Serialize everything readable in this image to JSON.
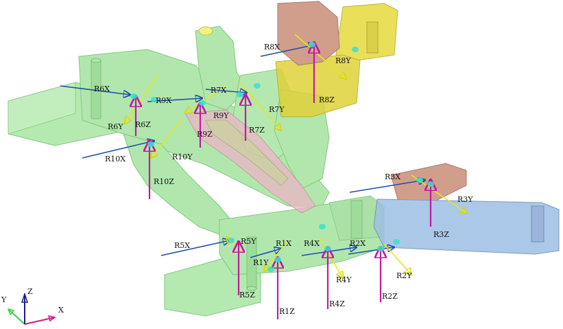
{
  "labels": {
    "R1X": "R1X",
    "R1Y": "R1Y",
    "R1Z": "R1Z",
    "R2X": "R2X",
    "R2Y": "R2Y",
    "R2Z": "R2Z",
    "R3X": "R3X",
    "R3Y": "R3Y",
    "R3Z": "R3Z",
    "R4X": "R4X",
    "R4Y": "R4Y",
    "R4Z": "R4Z",
    "R5X": "R5X",
    "R5Y": "R5Y",
    "R5Z": "R5Z",
    "R6X": "R6X",
    "R6Y": "R6Y",
    "R6Z": "R6Z",
    "R7X": "R7X",
    "R7Y": "R7Y",
    "R7Z": "R7Z",
    "R8X": "R8X",
    "R8Y": "R8Y",
    "R8Z": "R8Z",
    "R9X": "R9X",
    "R9Y": "R9Y",
    "R9Z": "R9Z",
    "R10X": "R10X",
    "R10Y": "R10Y",
    "R10Z": "R10Z"
  },
  "triad": {
    "x": "X",
    "y": "Y",
    "z": "Z"
  },
  "colors": {
    "frame": "#9fe39a",
    "frame_edge": "#6cc06a",
    "bracket_yellow": "#e0d23a",
    "bracket_brown": "#c98e78",
    "bracket_blue": "#8fb3e0",
    "force_x": "#1f4fa8",
    "force_y": "#e6e61a",
    "force_z": "#c01aa6",
    "node": "#39e0d0"
  }
}
